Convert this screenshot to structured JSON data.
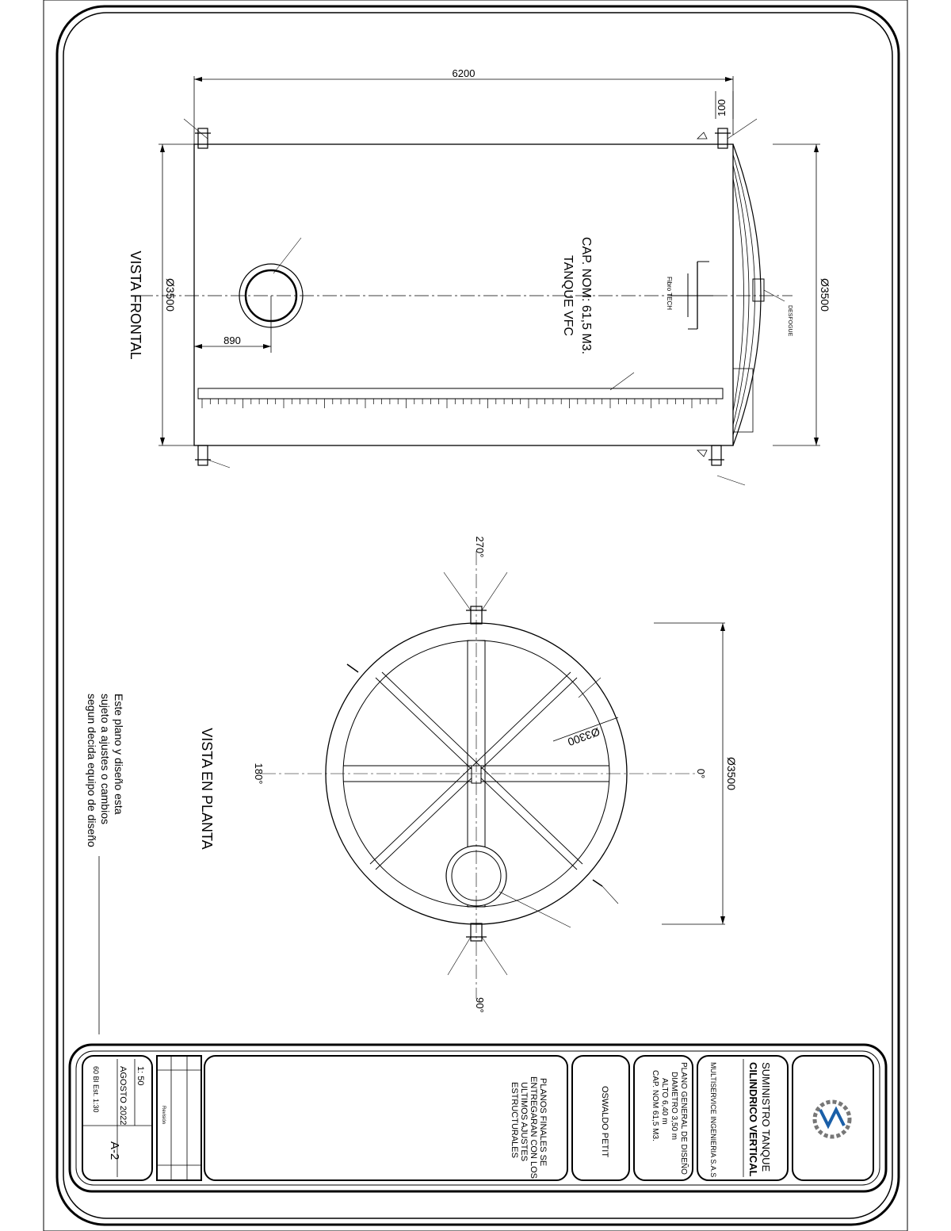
{
  "frontal_view": {
    "title": "VISTA FRONTAL",
    "dim_length": "6200",
    "dim_top_offset": "100",
    "dim_diameter_left": "Ø3500",
    "dim_diameter_right": "Ø3500",
    "dim_manhole_offset": "890",
    "tank_label": "TANQUE VFC",
    "capacity_label": "CAP. NOM: 61,5 M3.",
    "brand_label": "Fibro TECH",
    "nozzle_label": "DESFOGUE"
  },
  "plan_view": {
    "title": "VISTA EN PLANTA",
    "dim_diameter": "Ø3500",
    "dim_inner": "Ø3300",
    "angle_0": "0°",
    "angle_90": "90°",
    "angle_180": "180°",
    "angle_270": "270°"
  },
  "note": {
    "line1": "Este plano y diseño esta",
    "line2": "sujeto a ajustes o cambios",
    "line3": "segun decida equipo de diseño"
  },
  "title_block": {
    "project_title_1": "SUMINISTRO TANQUE",
    "project_title_2": "CILINDRICO VERTICAL",
    "client": "MULTISERVICE INGENIERIA S.A.S",
    "desc_1": "PLANO GENERAL DE DISEÑO",
    "desc_2": "DIAMETRO 3,50 m",
    "desc_3": "ALTO 6,40 m",
    "desc_4": "CAP. NOM 61,5 M3.",
    "drawn_by": "OSWALDO PETIT",
    "observations_1": "PLANOS FINALES SE",
    "observations_2": "ENTREGARAN CON LOS",
    "observations_3": "ULTIMOS AJUSTES",
    "observations_4": "ESTRUCTURALES",
    "revision_header": "Revisión",
    "scale": "1: 50",
    "date": "AGOSTO 2022",
    "sheet_number": "A-2",
    "paper": "60 Bl Est. 1:30"
  },
  "colors": {
    "line": "#000000",
    "background": "#ffffff"
  }
}
